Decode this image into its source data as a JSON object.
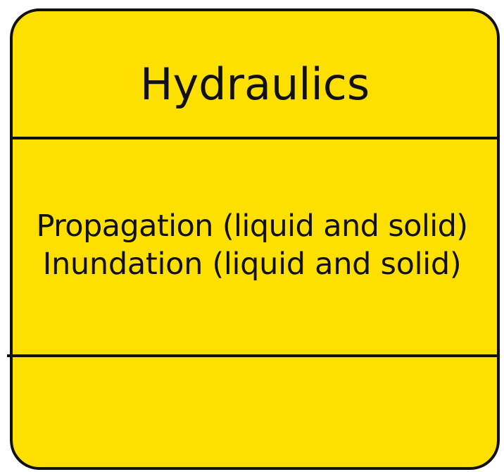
{
  "box": {
    "title": "Hydraulics",
    "attributes": [
      "Propagation (liquid and solid)",
      "Inundation (liquid and solid)"
    ],
    "fill_color": "#fde000",
    "border_color": "#111111"
  }
}
